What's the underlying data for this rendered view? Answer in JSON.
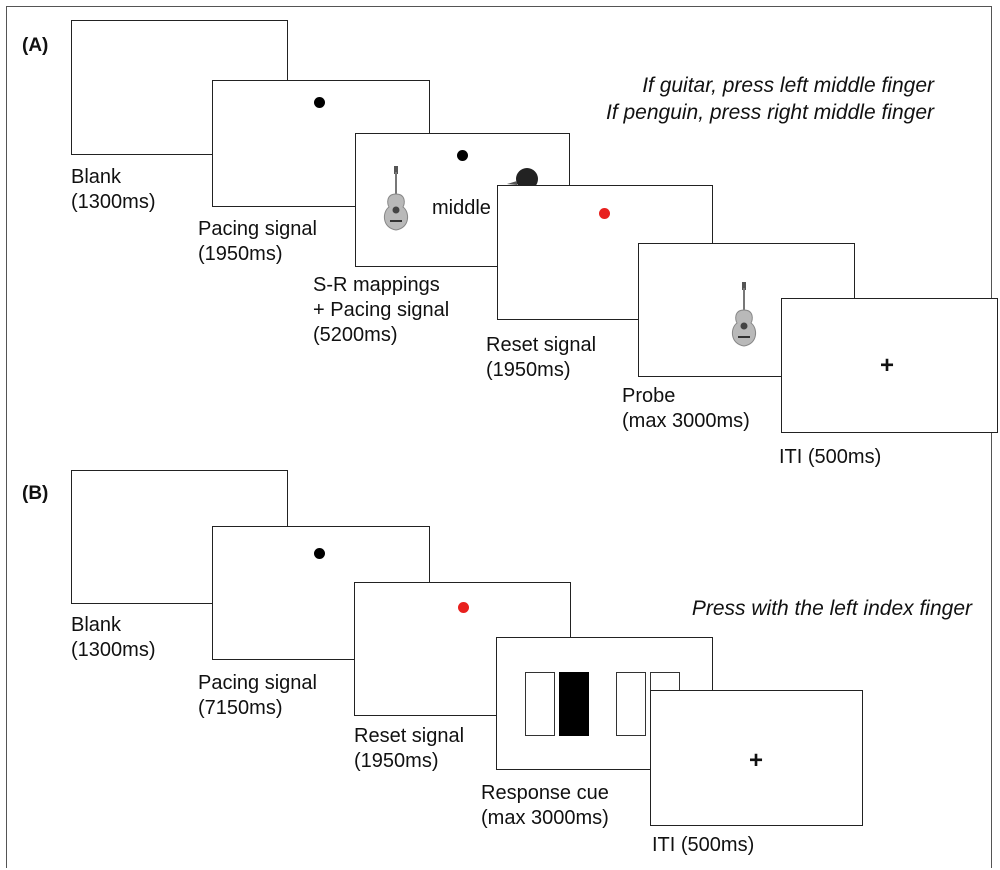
{
  "panel_a": {
    "label": "(A)",
    "instructions": [
      "If guitar, press left middle finger",
      "If penguin, press right middle finger"
    ],
    "screens": [
      {
        "caption": [
          "Blank",
          "(1300ms)"
        ]
      },
      {
        "caption": [
          "Pacing signal",
          "(1950ms)"
        ],
        "dot_color": "#000000"
      },
      {
        "caption": [
          "S-R mappings",
          "+ Pacing signal",
          "(5200ms)"
        ],
        "dot_color": "#000000",
        "center_word": "middle",
        "left_image": "guitar-icon",
        "right_image": "penguin-icon"
      },
      {
        "caption": [
          "Reset signal",
          "(1950ms)"
        ],
        "dot_color": "#e8201e"
      },
      {
        "caption": [
          "Probe",
          "(max 3000ms)"
        ],
        "image": "guitar-icon"
      },
      {
        "caption": [
          "ITI (500ms)"
        ],
        "symbol": "+"
      }
    ]
  },
  "panel_b": {
    "label": "(B)",
    "instruction": "Press with the left index finger",
    "screens": [
      {
        "caption": [
          "Blank",
          "(1300ms)"
        ]
      },
      {
        "caption": [
          "Pacing signal",
          "(7150ms)"
        ],
        "dot_color": "#000000"
      },
      {
        "caption": [
          "Reset signal",
          "(1950ms)"
        ],
        "dot_color": "#e8201e"
      },
      {
        "caption": [
          "Response cue",
          "(max 3000ms)"
        ],
        "cue_boxes": [
          false,
          true,
          false,
          false
        ]
      },
      {
        "caption": [
          "ITI (500ms)"
        ],
        "symbol": "+"
      }
    ]
  },
  "colors": {
    "reset_dot": "#e8201e",
    "pacing_dot": "#000000",
    "cue_fill": "#000000"
  }
}
